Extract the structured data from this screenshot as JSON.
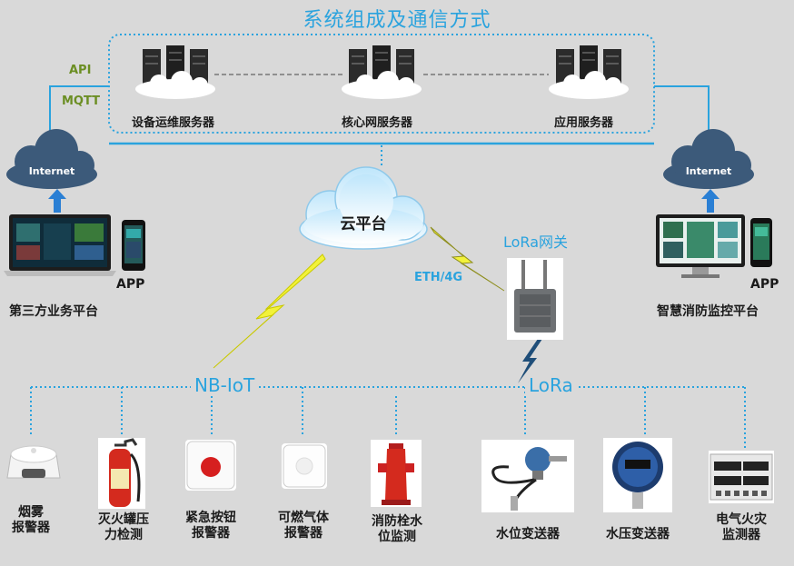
{
  "title": "系统组成及通信方式",
  "protocols": {
    "api": "API",
    "mqtt": "MQTT",
    "eth": "ETH/4G"
  },
  "servers": [
    {
      "label": "设备运维服务器"
    },
    {
      "label": "核心网服务器"
    },
    {
      "label": "应用服务器"
    }
  ],
  "internet_left": "Internet",
  "internet_right": "Internet",
  "cloud_platform": "云平台",
  "lora_gateway": "LoRa网关",
  "left_platform": {
    "app": "APP",
    "label": "第三方业务平台"
  },
  "right_platform": {
    "app": "APP",
    "label": "智慧消防监控平台"
  },
  "networks": {
    "nbiot": "NB-IoT",
    "lora": "LoRa"
  },
  "devices": [
    {
      "label": "烟雾\n报警器"
    },
    {
      "label": "灭火罐压\n力检测"
    },
    {
      "label": "紧急按钮\n报警器"
    },
    {
      "label": "可燃气体\n报警器"
    },
    {
      "label": "消防栓水\n位监测"
    },
    {
      "label": "水位变送器"
    },
    {
      "label": "水压变送器"
    },
    {
      "label": "电气火灾\n监测器"
    }
  ]
}
